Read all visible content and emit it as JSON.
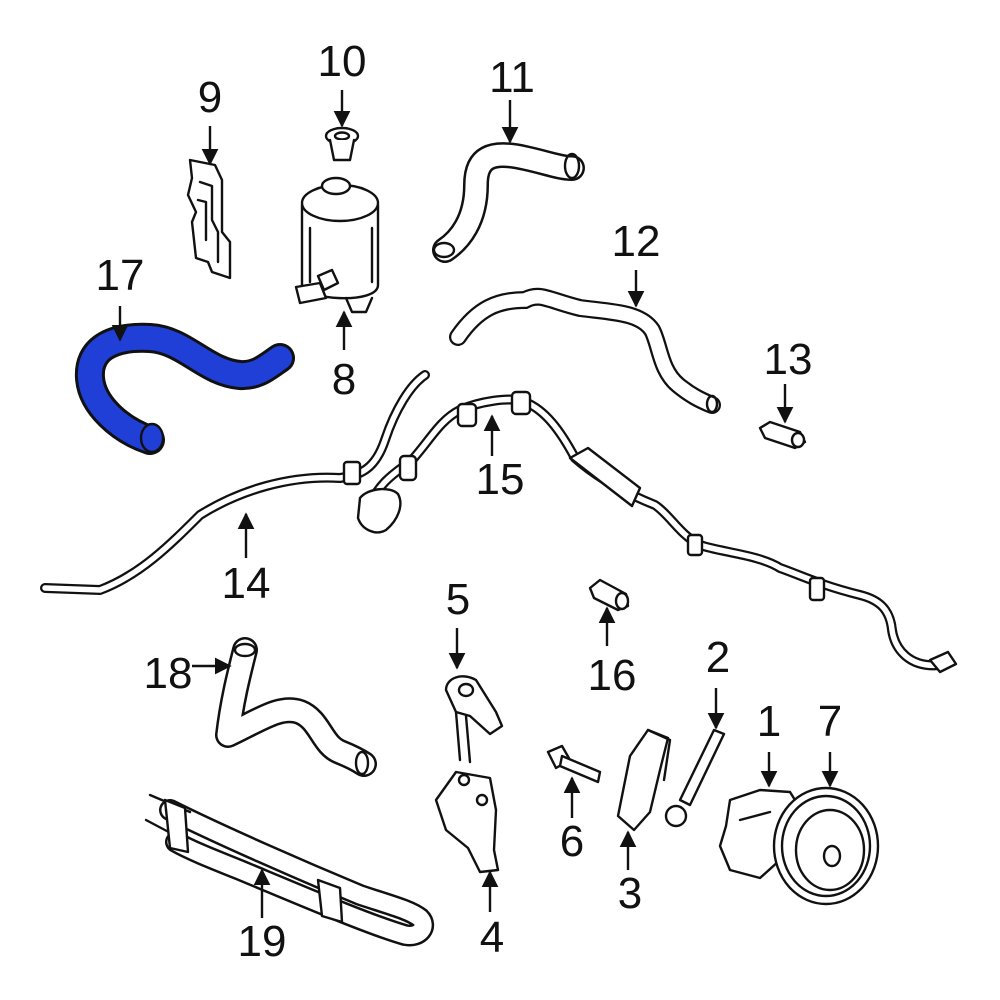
{
  "callouts": {
    "c1": "1",
    "c2": "2",
    "c3": "3",
    "c4": "4",
    "c5": "5",
    "c6": "6",
    "c7": "7",
    "c8": "8",
    "c9": "9",
    "c10": "10",
    "c11": "11",
    "c12": "12",
    "c13": "13",
    "c14": "14",
    "c15": "15",
    "c16": "16",
    "c17": "17",
    "c18": "18",
    "c19": "19"
  },
  "colors": {
    "highlight": "#1f3fd6",
    "ink": "#111111",
    "background": "#ffffff"
  },
  "highlighted_part": "17"
}
